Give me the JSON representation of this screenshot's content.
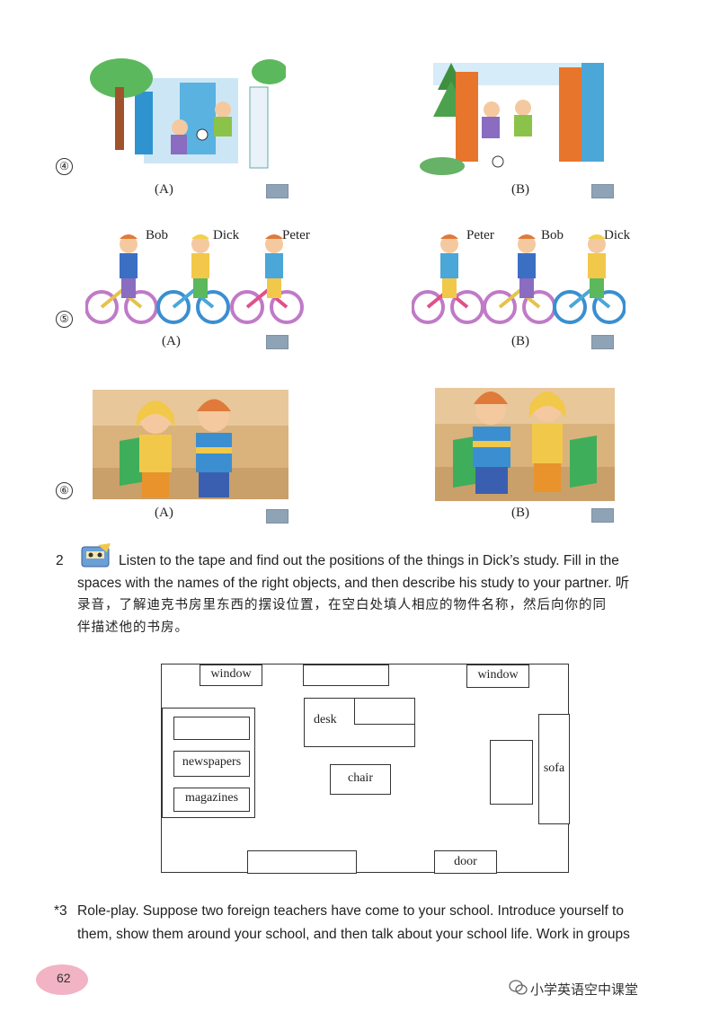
{
  "rows": [
    {
      "marker": "④",
      "captions": [
        "(A)",
        "(B)"
      ]
    },
    {
      "marker": "⑤",
      "captions": [
        "(A)",
        "(B)"
      ],
      "names_a": [
        "Bob",
        "Dick",
        "Peter"
      ],
      "names_b": [
        "Peter",
        "Bob",
        "Dick"
      ]
    },
    {
      "marker": "⑥",
      "captions": [
        "(A)",
        "(B)"
      ]
    }
  ],
  "exercise2": {
    "number": "2",
    "line1": "Listen to the tape and find out the positions of the things in Dick’s study. Fill in the",
    "line2": "spaces with the names of the right objects, and then describe his study to your partner. 听",
    "line3": "录音，了解迪克书房里东西的摆设位置，在空白处填人相应的物件名称，然后向你的同",
    "line4": "伴描述他的书房。"
  },
  "plan": {
    "window_left": "window",
    "window_right": "window",
    "desk": "desk",
    "newspapers": "newspapers",
    "magazines": "magazines",
    "chair": "chair",
    "sofa": "sofa",
    "door": "door"
  },
  "exercise3": {
    "number": "*3",
    "line1": "Role-play. Suppose two foreign teachers have come to your school. Introduce yourself to",
    "line2": "them, show them around your school, and then talk about your school life. Work in groups"
  },
  "footer": {
    "page": "62",
    "watermark": "小学英语空中课堂"
  },
  "colors": {
    "answer_box": "#8fa3b7",
    "page_badge": "#f2b3c4"
  }
}
